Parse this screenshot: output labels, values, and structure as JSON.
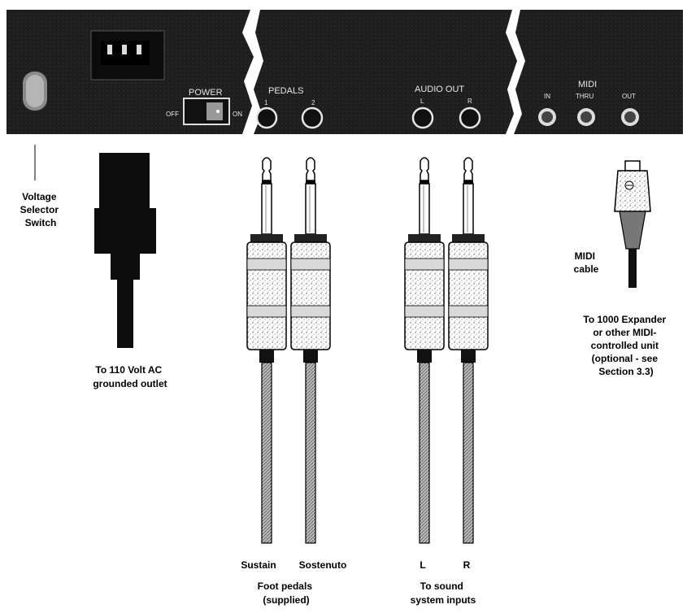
{
  "panel": {
    "power_label": "POWER",
    "power_off": "OFF",
    "power_on": "ON",
    "pedals_label": "PEDALS",
    "pedal_1": "1",
    "pedal_2": "2",
    "audio_label": "AUDIO OUT",
    "audio_l": "L",
    "audio_r": "R",
    "midi_label": "MIDI",
    "midi_in": "IN",
    "midi_thru": "THRU",
    "midi_out": "OUT"
  },
  "captions": {
    "voltage": [
      "Voltage",
      "Selector",
      "Switch"
    ],
    "power_outlet": [
      "To 110 Volt AC",
      "grounded outlet"
    ],
    "sustain": "Sustain",
    "sostenuto": "Sostenuto",
    "foot_pedals": [
      "Foot pedals",
      "(supplied)"
    ],
    "audio_l": "L",
    "audio_r": "R",
    "sound_system": [
      "To sound",
      "system inputs"
    ],
    "midi_cable": [
      "MIDI",
      "cable"
    ],
    "expander": [
      "To 1000 Expander",
      "or other MIDI-",
      "controlled unit",
      "(optional - see",
      "Section 3.3)"
    ]
  },
  "colors": {
    "panel": "#2a2a2a",
    "ink": "#000000",
    "stipple": "#cfcfcf"
  }
}
